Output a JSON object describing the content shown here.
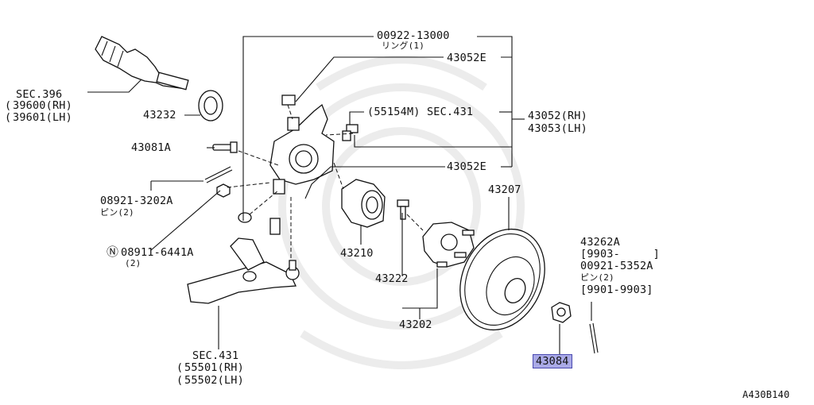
{
  "diagram_id": "A430B140",
  "labels": {
    "sec396": "SEC.396",
    "p39600": "39600(RH)",
    "p39601": "39601(LH)",
    "p43232": "43232",
    "p43081a": "43081A",
    "p08921": "08921-3202A",
    "p08921_qty": "ピン(2)",
    "p08911": "08911-6441A",
    "p08911_qty": "(2)",
    "sec431_lower": "SEC.431",
    "p55501": "55501(RH)",
    "p55502": "55502(LH)",
    "p00922": "00922-13000",
    "p00922_qty": "リング(1)",
    "p43052e_top": "43052E",
    "p55154m": "(55154M) SEC.431",
    "p43052": "43052(RH)",
    "p43053": "43053(LH)",
    "p43052e_mid": "43052E",
    "p43207": "43207",
    "p43210": "43210",
    "p43222": "43222",
    "p43202": "43202",
    "p43262a": "43262A",
    "p43262a_range": "[9903-     ]",
    "p00921": "00921-5352A",
    "p00921_qty": "ピン(2)",
    "p00921_range": "[9901-9903]",
    "p43084": "43084"
  },
  "highlight_color": "#a9a9e6"
}
